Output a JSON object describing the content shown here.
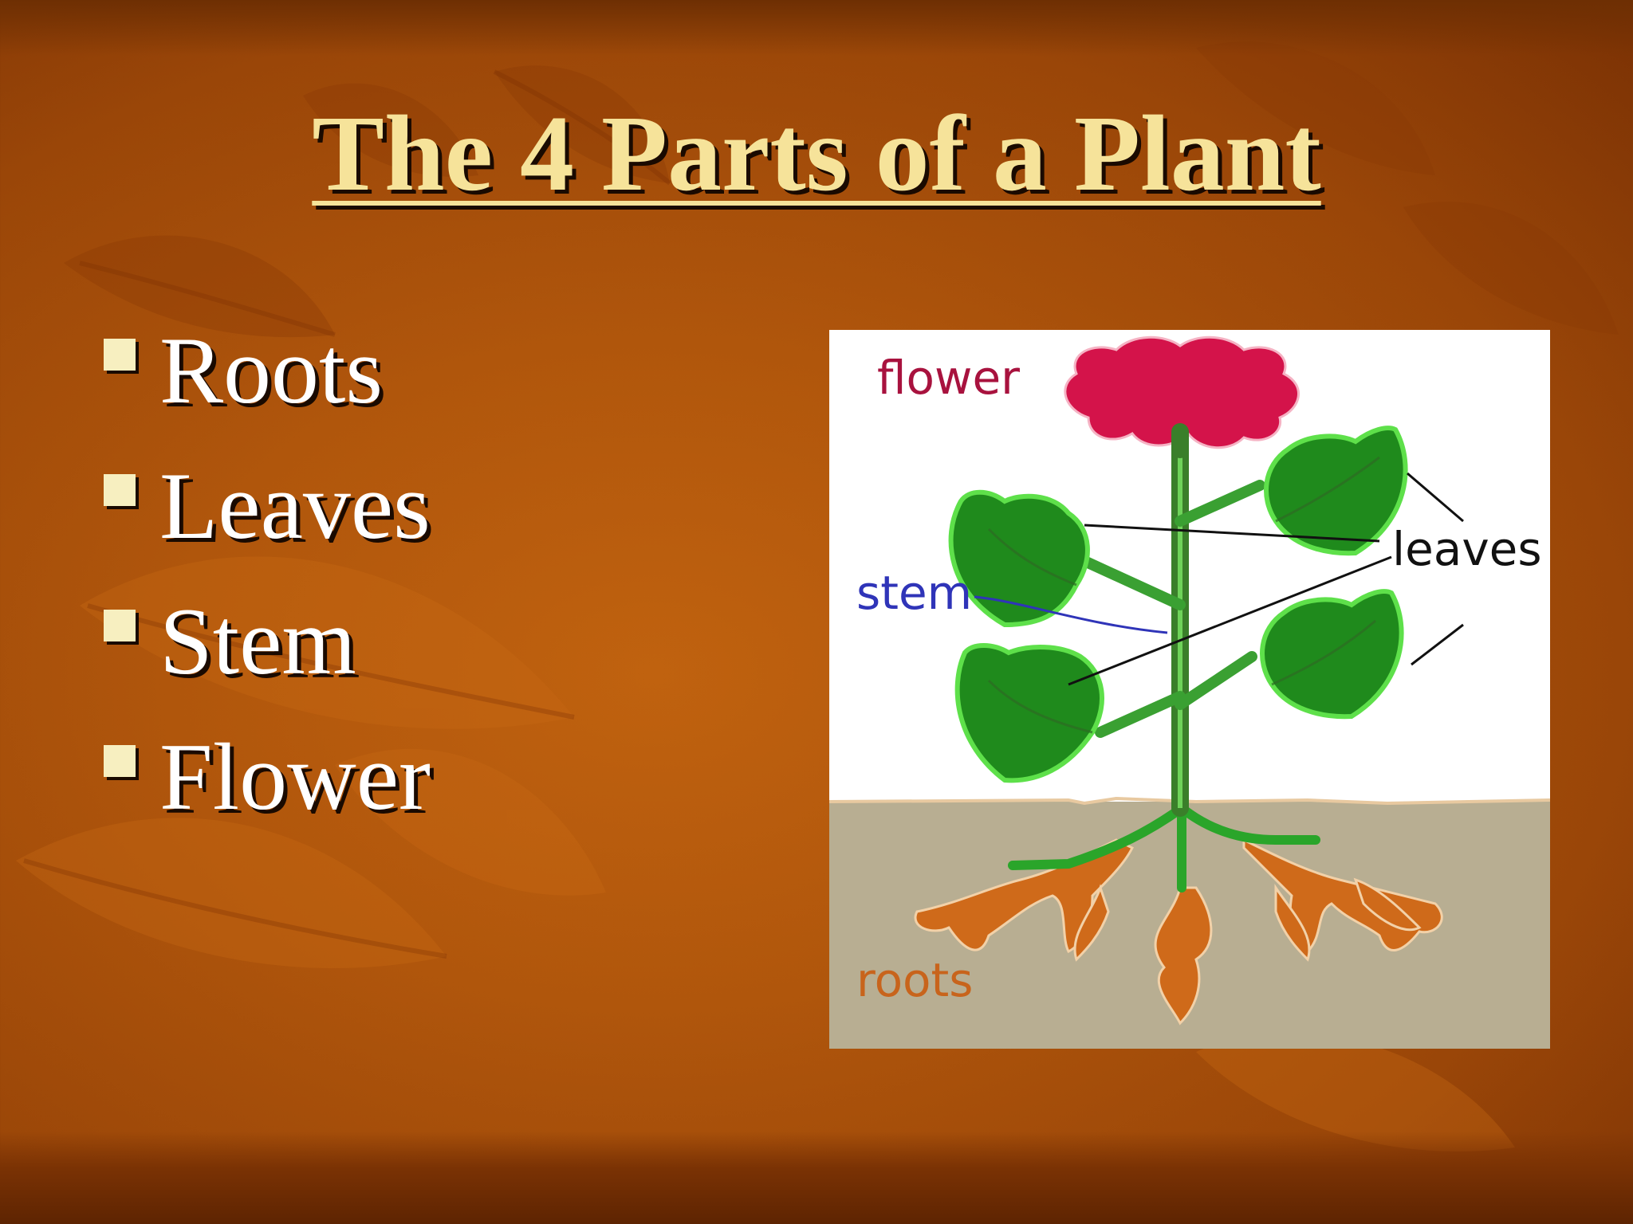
{
  "slide": {
    "title": "The 4 Parts of a Plant",
    "bullets": [
      "Roots",
      "Leaves",
      "Stem",
      "Flower"
    ]
  },
  "diagram": {
    "labels": {
      "flower": "flower",
      "leaves": "leaves",
      "stem": "stem",
      "roots": "roots"
    },
    "colors": {
      "flower": "#d4134a",
      "leaf": "#1f8a1c",
      "leaf_outline": "#5ee04a",
      "stem": "#3a7f2a",
      "roots": "#cf6a1a",
      "soil": "#b8ae92",
      "sky": "#ffffff",
      "flower_label": "#a8123e",
      "stem_label": "#2f34b8",
      "roots_label": "#c8641c",
      "leaves_label": "#111111"
    }
  },
  "theme": {
    "title_color": "#f6e39a",
    "text_color": "#ffffff",
    "background": "#b0560c"
  }
}
